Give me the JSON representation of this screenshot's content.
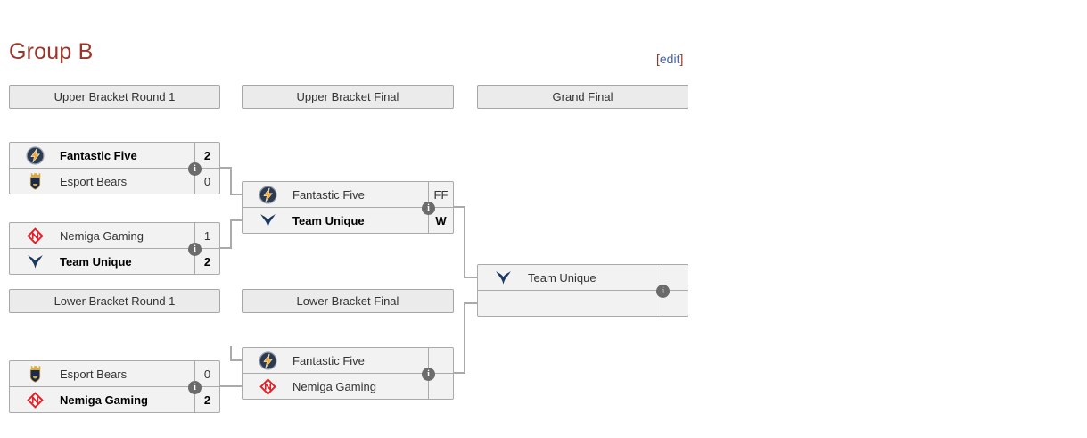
{
  "page": {
    "title": "Group B",
    "edit": {
      "bracket_open": "[",
      "label": "edit",
      "bracket_close": "]"
    }
  },
  "bracket": {
    "headers": {
      "upper_round1": "Upper Bracket Round 1",
      "upper_final": "Upper Bracket Final",
      "grand_final": "Grand Final",
      "lower_round1": "Lower Bracket Round 1",
      "lower_final": "Lower Bracket Final"
    },
    "matches": {
      "upper_round1_match1": {
        "rows": [
          {
            "team": "Fantastic Five",
            "score": "2",
            "winner": true,
            "logo_icon": "fantastic-five-logo"
          },
          {
            "team": "Esport Bears",
            "score": "0",
            "winner": false,
            "logo_icon": "esport-bears-logo"
          }
        ]
      },
      "upper_round1_match2": {
        "rows": [
          {
            "team": "Nemiga Gaming",
            "score": "1",
            "winner": false,
            "logo_icon": "nemiga-gaming-logo"
          },
          {
            "team": "Team Unique",
            "score": "2",
            "winner": true,
            "logo_icon": "team-unique-logo"
          }
        ]
      },
      "upper_final": {
        "rows": [
          {
            "team": "Fantastic Five",
            "score": "FF",
            "winner": false,
            "logo_icon": "fantastic-five-logo"
          },
          {
            "team": "Team Unique",
            "score": "W",
            "winner": true,
            "logo_icon": "team-unique-logo"
          }
        ]
      },
      "grand_final": {
        "rows": [
          {
            "team": "Team Unique",
            "score": "",
            "winner": false,
            "logo_icon": "team-unique-logo"
          },
          {
            "team": "",
            "score": "",
            "winner": false,
            "logo_icon": ""
          }
        ]
      },
      "lower_round1": {
        "rows": [
          {
            "team": "Esport Bears",
            "score": "0",
            "winner": false,
            "logo_icon": "esport-bears-logo"
          },
          {
            "team": "Nemiga Gaming",
            "score": "2",
            "winner": true,
            "logo_icon": "nemiga-gaming-logo"
          }
        ]
      },
      "lower_final": {
        "rows": [
          {
            "team": "Fantastic Five",
            "score": "",
            "winner": false,
            "logo_icon": "fantastic-five-logo"
          },
          {
            "team": "Nemiga Gaming",
            "score": "",
            "winner": false,
            "logo_icon": "nemiga-gaming-logo"
          }
        ]
      }
    }
  },
  "icons": {
    "info_glyph": "i"
  },
  "colors": {
    "heading": "#9c3529",
    "edit_link": "#4260a8",
    "row_bg": "#f2f2f2",
    "border": "#aaaaaa",
    "header_bg": "#ebebeb",
    "winner_text": "#000000",
    "team_text": "#333333",
    "info_badge_bg": "#6b6b6b",
    "nemiga_red": "#e02128",
    "unique_navy": "#1d3a5e",
    "f5_navy": "#2c3a52",
    "f5_gold": "#f0a92e",
    "bears_navy": "#1b2b4d",
    "bears_gold": "#d9a93f"
  }
}
